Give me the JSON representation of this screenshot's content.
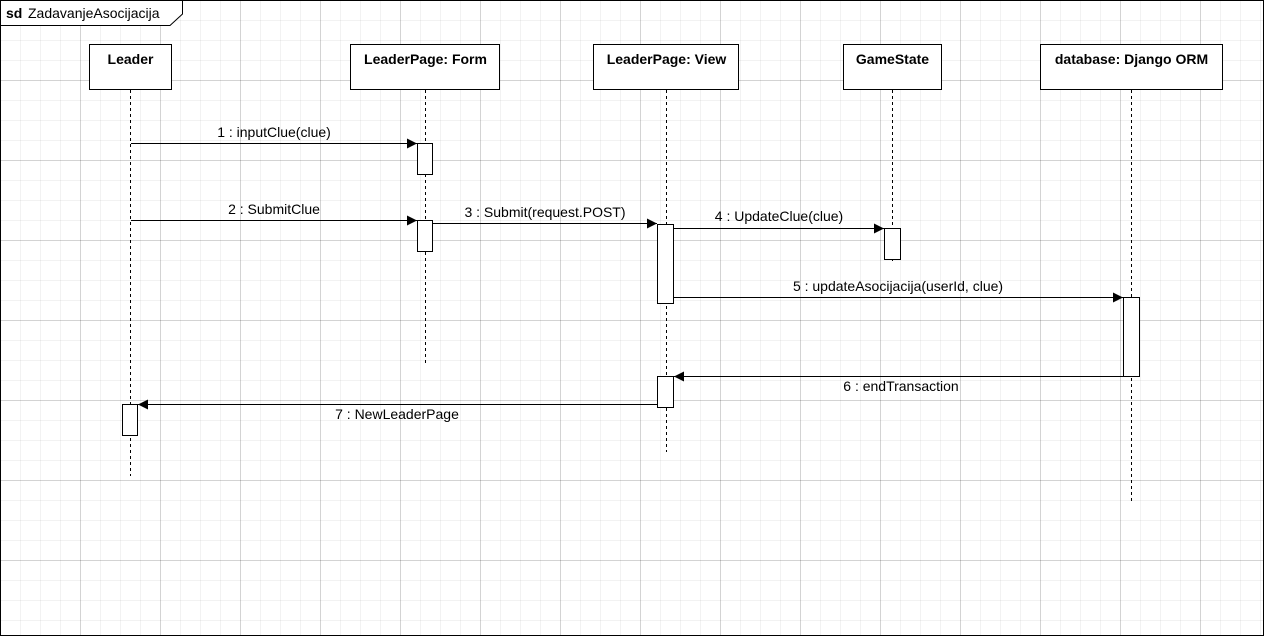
{
  "frame": {
    "kind": "sd",
    "name": "ZadavanjeAsocijacija"
  },
  "lifelines": [
    {
      "id": "leader",
      "label": "Leader"
    },
    {
      "id": "form",
      "label": "LeaderPage: Form"
    },
    {
      "id": "view",
      "label": "LeaderPage: View"
    },
    {
      "id": "gamestate",
      "label": "GameState"
    },
    {
      "id": "db",
      "label": "database: Django ORM"
    }
  ],
  "messages": [
    {
      "number": 1,
      "label": "1 : inputClue(clue)",
      "from": "leader",
      "to": "form"
    },
    {
      "number": 2,
      "label": "2 : SubmitClue",
      "from": "leader",
      "to": "form"
    },
    {
      "number": 3,
      "label": "3 : Submit(request.POST)",
      "from": "form",
      "to": "view"
    },
    {
      "number": 4,
      "label": "4 : UpdateClue(clue)",
      "from": "view",
      "to": "gamestate"
    },
    {
      "number": 5,
      "label": "5 : updateAsocijacija(userId, clue)",
      "from": "view",
      "to": "db"
    },
    {
      "number": 6,
      "label": "6 : endTransaction",
      "from": "db",
      "to": "view"
    },
    {
      "number": 7,
      "label": "7 : NewLeaderPage",
      "from": "view",
      "to": "leader"
    }
  ]
}
